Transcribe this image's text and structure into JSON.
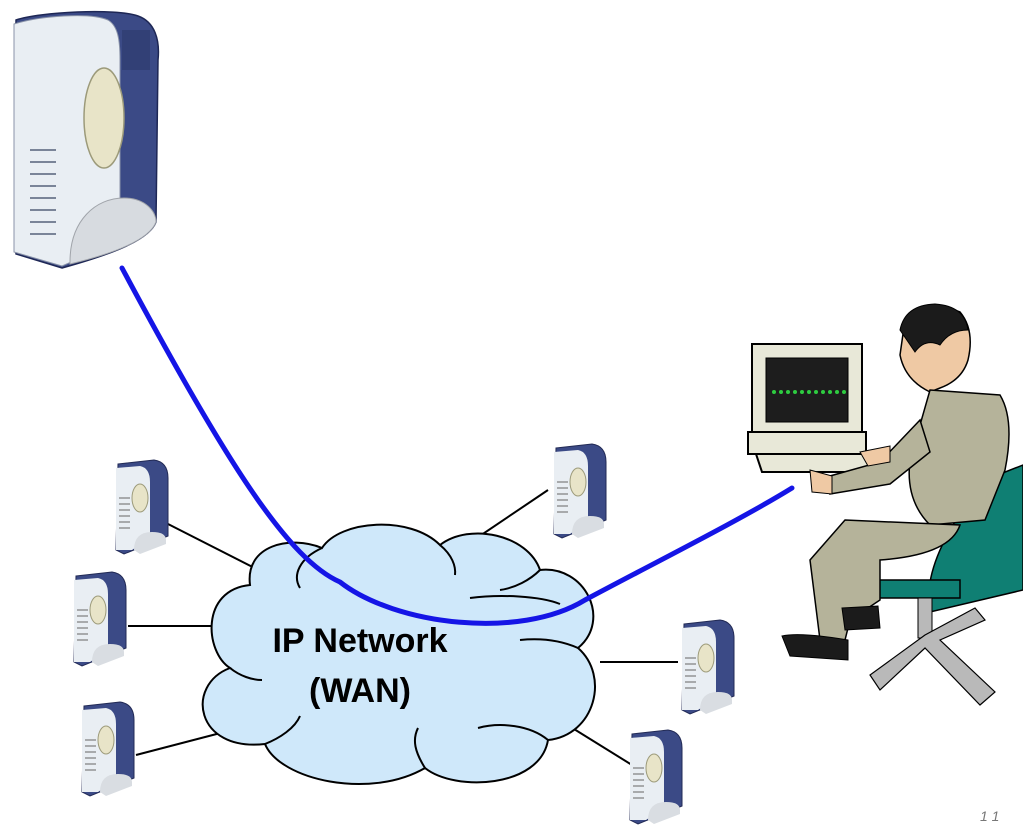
{
  "network": {
    "label_line1": "IP Network",
    "label_line2": "(WAN)"
  },
  "nodes": {
    "main_gateway_icon": "voip-gateway-icon",
    "remote_gateway_icon": "voip-gateway-icon",
    "remote_gateway_count": 6,
    "operator_icon": "person-at-computer-icon"
  },
  "footer": {
    "page_mark": "1 1"
  },
  "colors": {
    "cloud_fill": "#cfe8fa",
    "cloud_stroke": "#000000",
    "tunnel": "#1515e6",
    "device_body": "#3b4a86",
    "device_face": "#e9eef3",
    "screen_dots": "#2ecc40",
    "chair": "#0f7f73",
    "suit": "#b5b39a"
  }
}
